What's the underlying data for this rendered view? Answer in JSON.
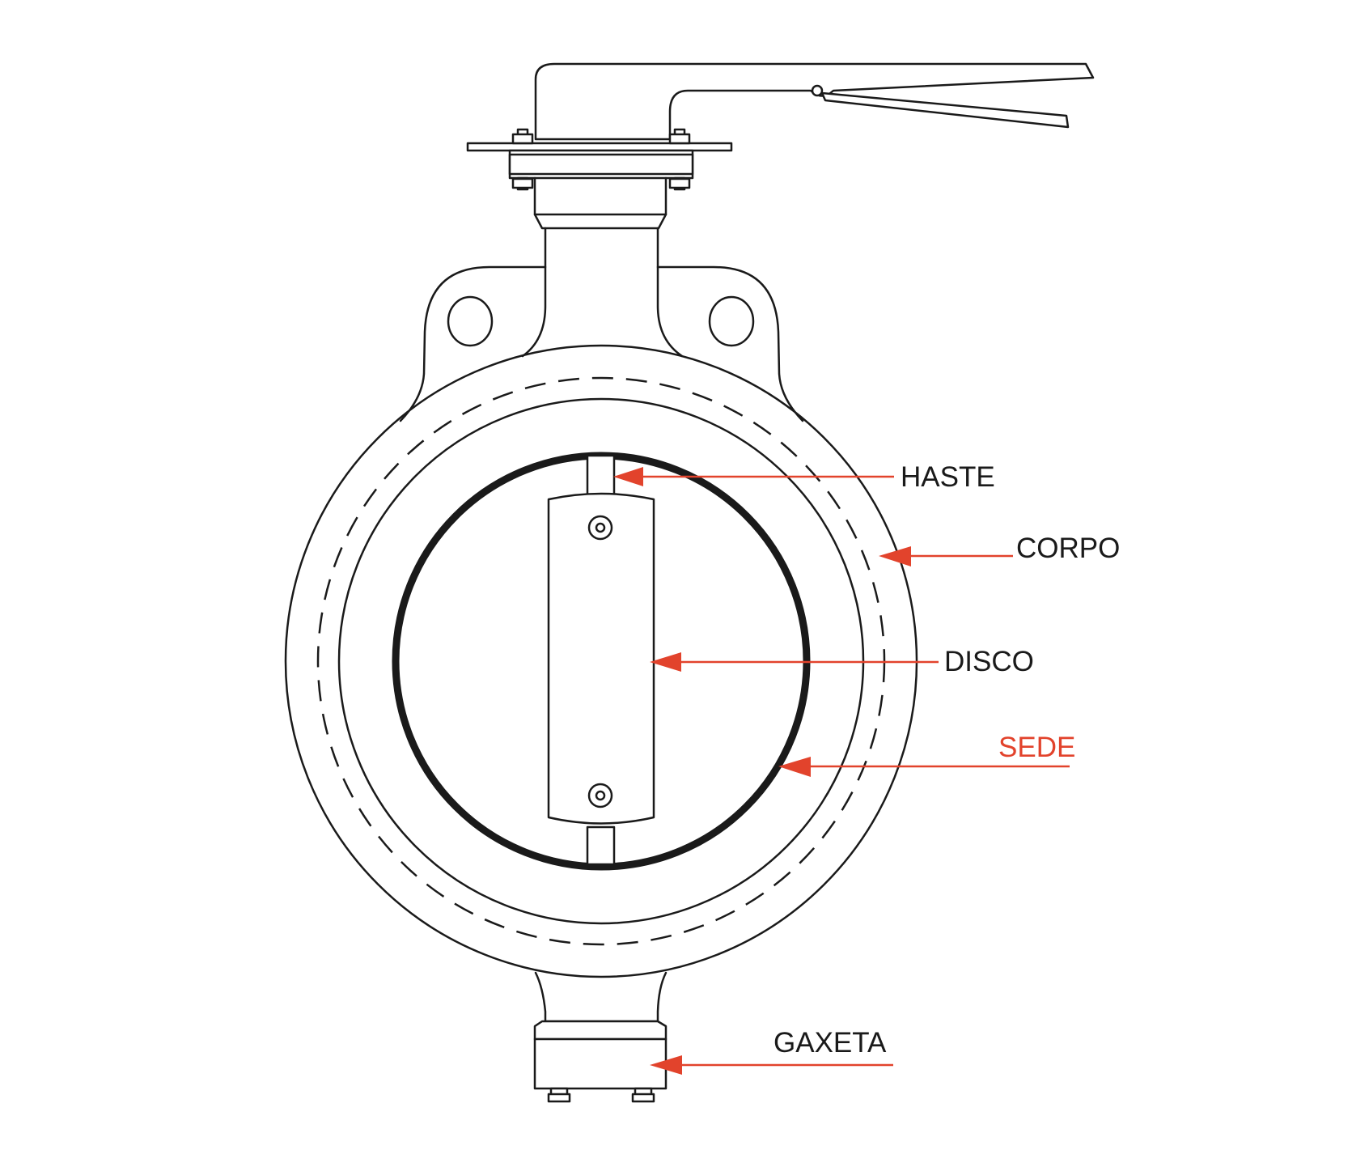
{
  "labels": {
    "haste": "HASTE",
    "corpo": "CORPO",
    "disco": "DISCO",
    "sede": "SEDE",
    "gaxeta": "GAXETA"
  },
  "colors": {
    "line": "#1a1a1a",
    "accent": "#e2432c",
    "background": "#ffffff"
  }
}
